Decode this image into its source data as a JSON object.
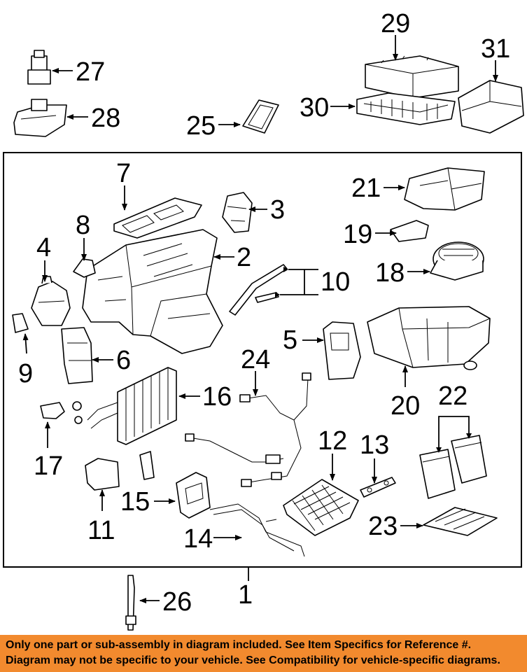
{
  "callouts": {
    "c1": "1",
    "c2": "2",
    "c3": "3",
    "c4": "4",
    "c5": "5",
    "c6": "6",
    "c7": "7",
    "c8": "8",
    "c9": "9",
    "c10": "10",
    "c11": "11",
    "c12": "12",
    "c13": "13",
    "c14": "14",
    "c15": "15",
    "c16": "16",
    "c17": "17",
    "c18": "18",
    "c19": "19",
    "c20": "20",
    "c21": "21",
    "c22": "22",
    "c23": "23",
    "c24": "24",
    "c25": "25",
    "c26": "26",
    "c27": "27",
    "c28": "28",
    "c29": "29",
    "c30": "30",
    "c31": "31"
  },
  "footer": {
    "line1": "Only one part or sub-assembly in diagram included. See Item Specifics for Reference #.",
    "line2": "Diagram may not be specific to your vehicle. See Compatibility for vehicle-specific diagrams."
  },
  "colors": {
    "footer_background": "#f28a2e",
    "line_art": "#000000",
    "background": "#ffffff"
  }
}
